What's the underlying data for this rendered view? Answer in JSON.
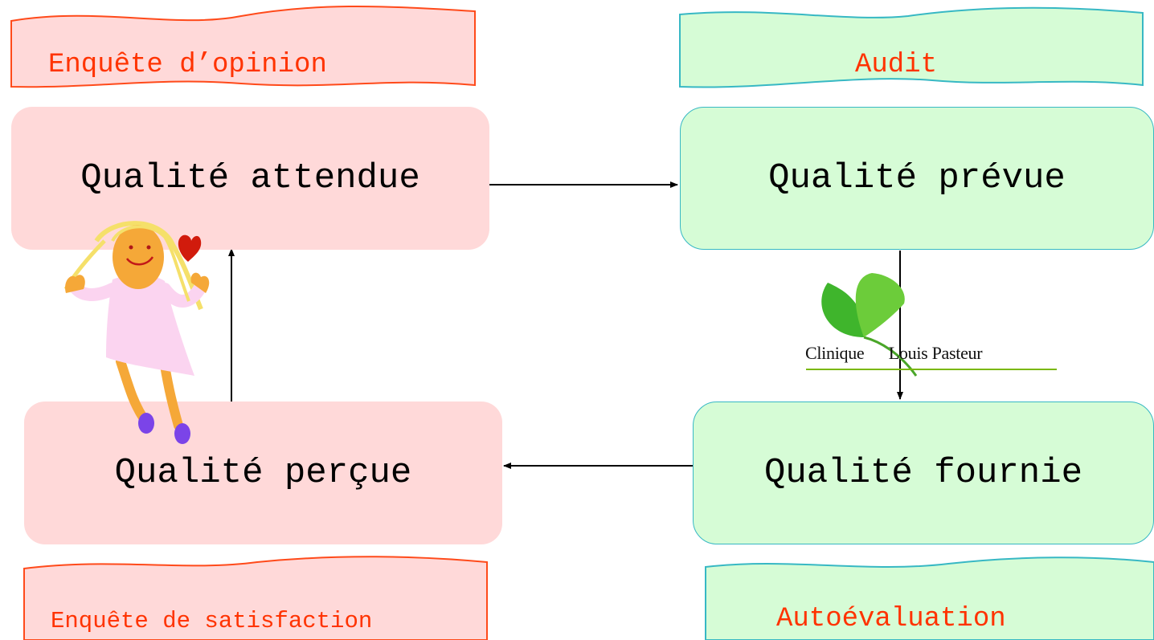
{
  "flags": {
    "top_left": "Enquête d’opinion",
    "top_right": "Audit",
    "bottom_left": "Enquête de satisfaction",
    "bottom_right": "Autoévaluation"
  },
  "boxes": {
    "expected": "Qualité attendue",
    "planned": "Qualité prévue",
    "provided": "Qualité fournie",
    "perceived": "Qualité perçue"
  },
  "logo": {
    "text_left": "Clinique",
    "text_right": "Louis Pasteur"
  },
  "colors": {
    "pink_fill": "#ffd9d9",
    "pink_stroke": "#ff4a1a",
    "green_fill": "#d6fcd6",
    "green_stroke": "#37b8c4",
    "flag_text": "#ff3300"
  }
}
